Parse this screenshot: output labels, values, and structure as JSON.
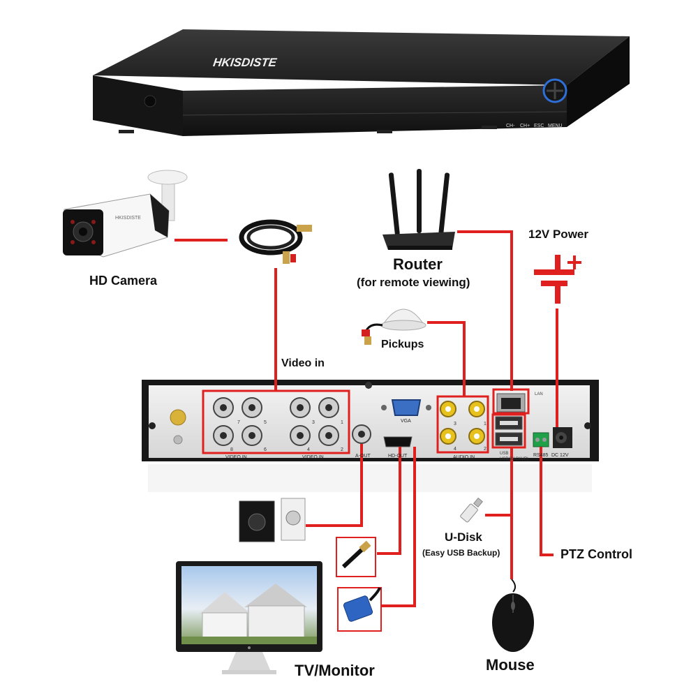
{
  "dvr_front": {
    "brand": "HKISDISTE",
    "buttons": [
      "CH-",
      "CH+",
      "ESC",
      "MENU"
    ]
  },
  "camera": {
    "brand": "HKISDISTE"
  },
  "labels": {
    "hd_camera": "HD Camera",
    "router": "Router",
    "router_sub": "(for remote viewing)",
    "power": "12V Power",
    "pickups": "Pickups",
    "video_in": "Video in",
    "u_disk": "U-Disk",
    "u_disk_sub": "(Easy USB Backup)",
    "ptz": "PTZ Control",
    "tv": "TV/Monitor",
    "mouse": "Mouse"
  },
  "rear_panel": {
    "bnc_group1_numbers": [
      "7",
      "5",
      "8",
      "6"
    ],
    "bnc_group2_numbers": [
      "3",
      "1",
      "4",
      "2"
    ],
    "video_in_label": "VIDEO IN",
    "aout_label": "A-OUT",
    "vga_label": "VGA",
    "hdout_label": "HD-OUT",
    "audio_numbers": [
      "3",
      "1",
      "4",
      "2"
    ],
    "audio_in_label": "AUDIO IN",
    "lan_label": "LAN",
    "usb_label": "USB",
    "usb_backup_label": "USB(BACKUP)",
    "rs485_label": "RS485",
    "dc_label": "DC 12V"
  },
  "colors": {
    "connector": "#e0201e",
    "highlight": "#e0201e"
  }
}
